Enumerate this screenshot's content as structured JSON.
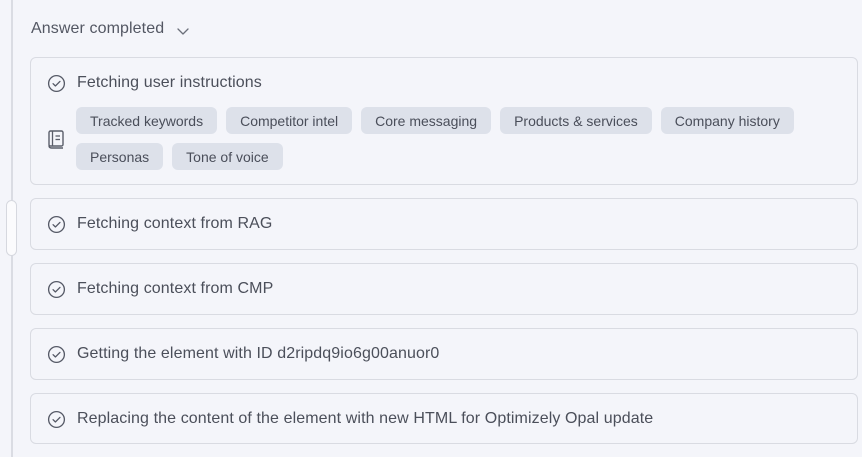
{
  "header": {
    "label": "Answer completed",
    "toggle_icon": "chevron-down-icon"
  },
  "steps": [
    {
      "label": "Fetching user instructions",
      "status_icon": "check-circle-icon",
      "source_icon": "book-icon",
      "tags": [
        "Tracked keywords",
        "Competitor intel",
        "Core messaging",
        "Products & services",
        "Company history",
        "Personas",
        "Tone of voice"
      ]
    },
    {
      "label": "Fetching context from RAG",
      "status_icon": "check-circle-icon"
    },
    {
      "label": "Fetching context from CMP",
      "status_icon": "check-circle-icon"
    },
    {
      "label": "Getting the element with ID d2ripdq9io6g00anuor0",
      "status_icon": "check-circle-icon"
    },
    {
      "label": "Replacing the content of the element with new HTML for Optimizely Opal update",
      "status_icon": "check-circle-icon"
    }
  ],
  "colors": {
    "background": "#f4f5fa",
    "card_border": "#d9dbe2",
    "tag_background": "#dde1ea",
    "text": "#4b4f5a"
  }
}
